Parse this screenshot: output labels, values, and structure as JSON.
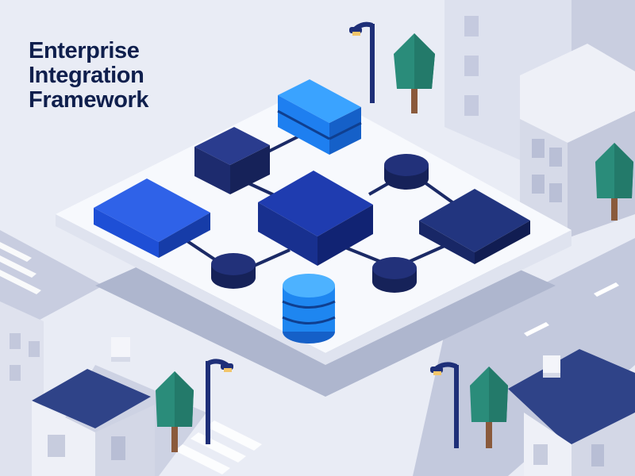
{
  "title": {
    "lines": [
      "Enterprise",
      "Integration",
      "Framework"
    ]
  },
  "colors": {
    "background": "#e9ecf5",
    "title": "#0f1f4d",
    "platform": "#f7f9fd",
    "platform_shadow": "#aeb6ce",
    "navy": "#1e2f78",
    "royal_blue": "#1e4fd6",
    "light_blue": "#1e86f0",
    "connector": "#1b2a66",
    "tree": "#2a8c7a",
    "trunk": "#8a5a3c",
    "building": "#d8dcea",
    "roof": "#2f4388"
  },
  "icons": [
    "server-block-icon",
    "database-cylinder-icon",
    "node-disc-icon",
    "street-lamp-icon",
    "tree-icon",
    "house-icon"
  ]
}
